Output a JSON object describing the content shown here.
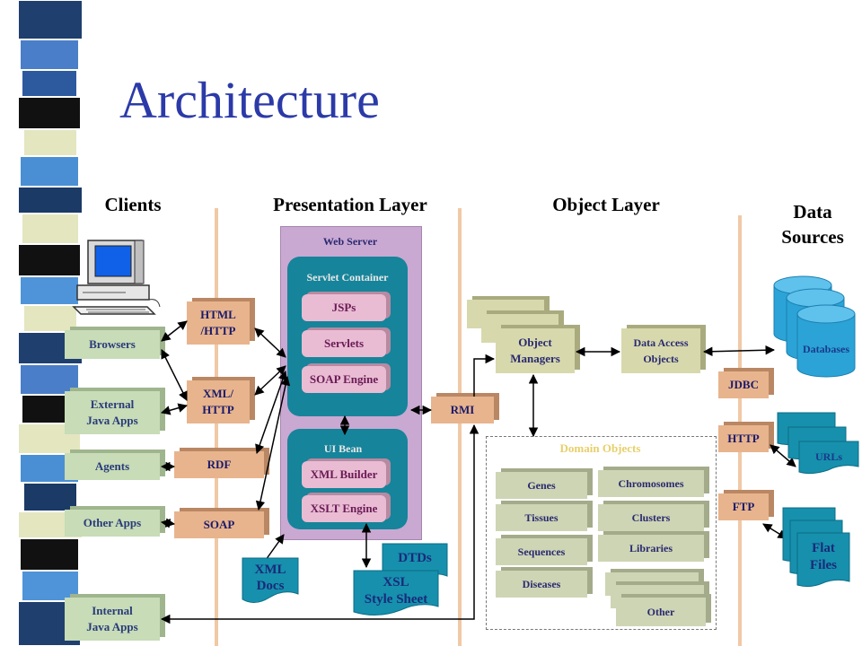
{
  "title": "Architecture",
  "columns": {
    "clients": "Clients",
    "presentation": "Presentation Layer",
    "object": "Object Layer",
    "data_sources": "Data\nSources"
  },
  "clients": {
    "browsers": "Browsers",
    "external_java_apps": "External\nJava Apps",
    "agents": "Agents",
    "other_apps": "Other Apps",
    "internal_java_apps": "Internal\nJava Apps"
  },
  "protocols": {
    "html_http": "HTML\n/HTTP",
    "xml_http": "XML/\nHTTP",
    "rdf": "RDF",
    "soap": "SOAP"
  },
  "presentation": {
    "web_server": "Web Server",
    "servlet_container": "Servlet Container",
    "jsps": "JSPs",
    "servlets": "Servlets",
    "soap_engine": "SOAP Engine",
    "ui_bean": "UI Bean",
    "xml_builder": "XML Builder",
    "xslt_engine": "XSLT Engine",
    "xml_docs": "XML\nDocs",
    "dtds": "DTDs",
    "xsl_style_sheet": "XSL\nStyle Sheet"
  },
  "object_layer": {
    "rmi": "RMI",
    "object_managers": "Object\nManagers",
    "data_access_objects": "Data Access\nObjects",
    "domain_objects": "Domain Objects",
    "genes": "Genes",
    "tissues": "Tissues",
    "sequences": "Sequences",
    "diseases": "Diseases",
    "chromosomes": "Chromosomes",
    "clusters": "Clusters",
    "libraries": "Libraries",
    "other": "Other"
  },
  "data_sources": {
    "jdbc": "JDBC",
    "http": "HTTP",
    "ftp": "FTP",
    "databases": "Databases",
    "urls": "URLs",
    "flat_files": "Flat\nFiles"
  },
  "colors": {
    "title": "#2b3aa8",
    "client_box": "#c7dcb7",
    "protocol_box": "#e8b48d",
    "web_server": "#c9a8d2",
    "panel": "#16849a",
    "component": "#e9bcd3",
    "document": "#1690ad",
    "database": "#2ba3d6",
    "divider": "#f0c9a6"
  }
}
